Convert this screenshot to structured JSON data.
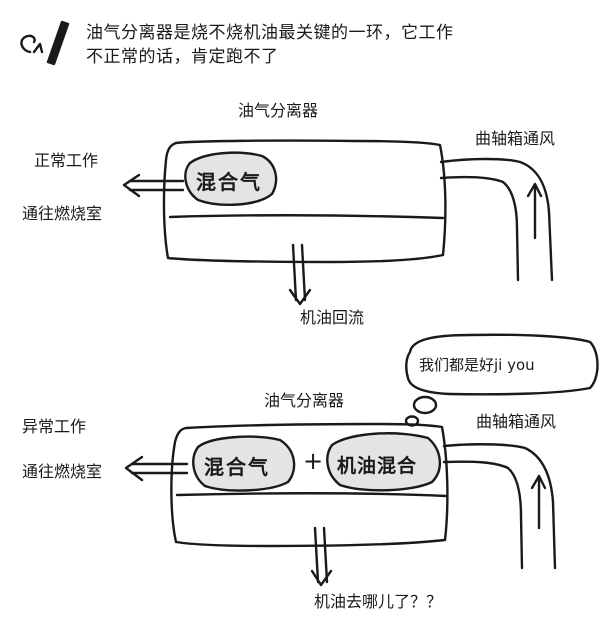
{
  "header": {
    "icon": "pencil-icon",
    "line1": "油气分离器是烧不烧机油最关键的一环，它工作",
    "line2": "不正常的话，肯定跑不了"
  },
  "normal": {
    "separator_label": "油气分离器",
    "status": "正常工作",
    "to_chamber": "通往燃烧室",
    "crankcase": "曲轴箱通风",
    "mixture": "混合气",
    "oil_return": "机油回流"
  },
  "abnormal": {
    "separator_label": "油气分离器",
    "status": "异常工作",
    "to_chamber": "通往燃烧室",
    "crankcase": "曲轴箱通风",
    "mixture": "混合气",
    "plus": "+",
    "oil_mixture": "机油混合",
    "thought": "我们都是好ji you",
    "oil_question": "机油去哪儿了？？"
  },
  "colors": {
    "ink": "#1a1a1a",
    "paper": "#ffffff",
    "blob_fill": "#e4e4e4"
  }
}
